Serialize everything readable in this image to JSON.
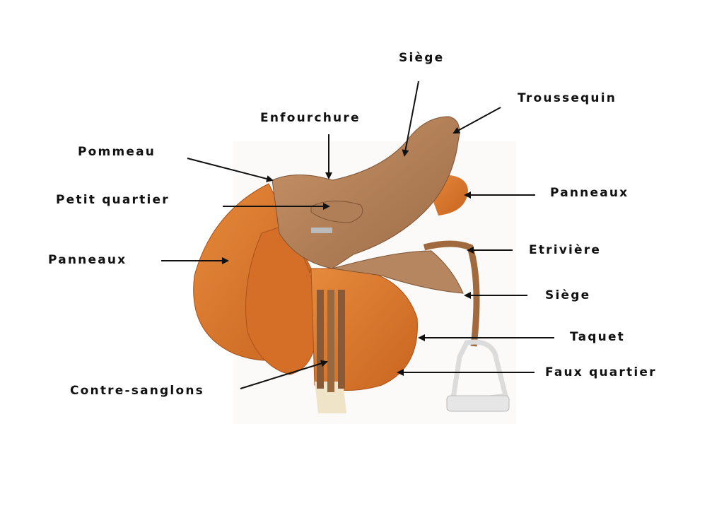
{
  "diagram": {
    "subject": "saddle",
    "colors": {
      "leather_dark": "#a8764f",
      "leather_orange": "#d9772e",
      "stirrup": "#e6e6e6",
      "text": "#111111"
    },
    "labels": [
      {
        "id": "siege-top",
        "text": "Siège"
      },
      {
        "id": "troussequin",
        "text": "Troussequin"
      },
      {
        "id": "enfourchure",
        "text": "Enfourchure"
      },
      {
        "id": "pommeau",
        "text": "Pommeau"
      },
      {
        "id": "petit-quartier",
        "text": "Petit quartier"
      },
      {
        "id": "panneaux-right",
        "text": "Panneaux"
      },
      {
        "id": "etriviere",
        "text": "Etrivière"
      },
      {
        "id": "panneaux-left",
        "text": "Panneaux"
      },
      {
        "id": "siege-right",
        "text": "Siège"
      },
      {
        "id": "taquet",
        "text": "Taquet"
      },
      {
        "id": "faux-quartier",
        "text": "Faux quartier"
      },
      {
        "id": "contre-sanglons",
        "text": "Contre-sanglons"
      }
    ]
  }
}
